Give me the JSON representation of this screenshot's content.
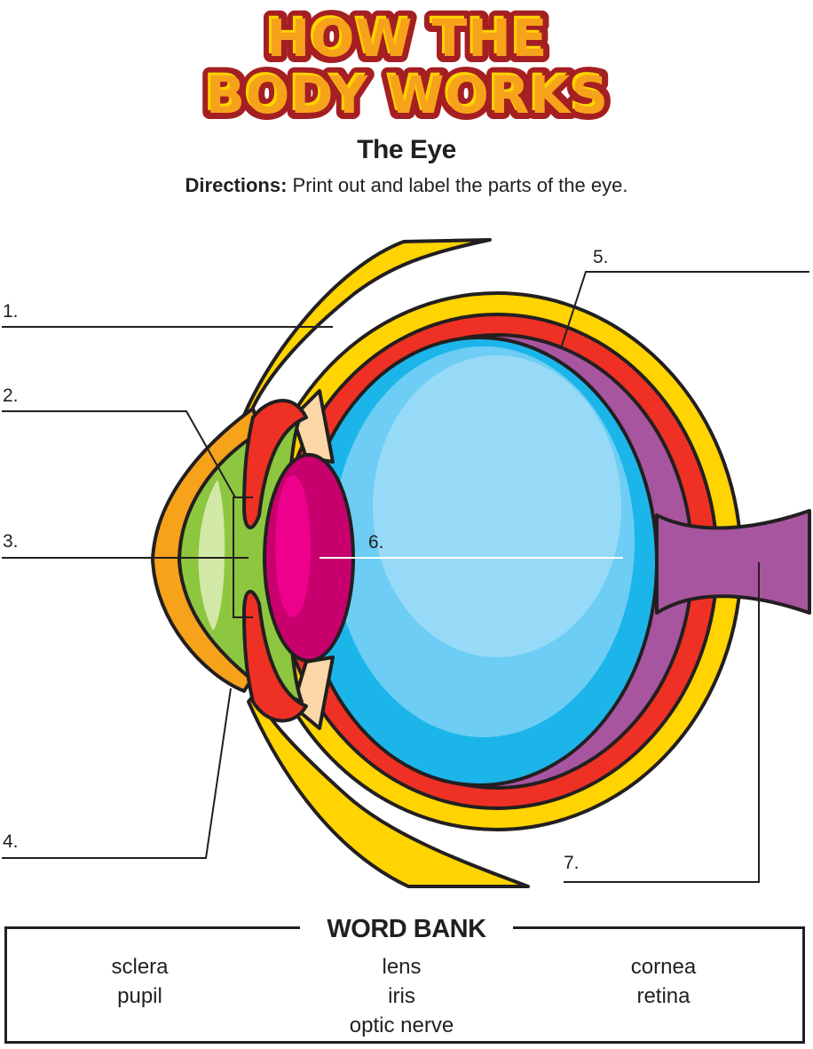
{
  "header": {
    "logo_line1": "HOW THE",
    "logo_line2": "BODY WORKS",
    "title": "The Eye",
    "directions_label": "Directions:",
    "directions_text": " Print out and label the parts of the eye."
  },
  "colors": {
    "logo_fill": "#f7a21b",
    "logo_highlight": "#ffd400",
    "logo_outline": "#a51f22",
    "sclera": "#ffd400",
    "choroid": "#ee3124",
    "retina": "#a855a0",
    "vitreous": "#1bb5ea",
    "vitreous_light": "#6dcdf4",
    "lens": "#c8006e",
    "iris_green": "#8dc63f",
    "cornea": "#f7a21b",
    "ligament": "#fbd7a8",
    "text": "#231f20"
  },
  "diagram": {
    "labels": [
      {
        "number": "1.",
        "answer_blank": true
      },
      {
        "number": "2.",
        "answer_blank": true
      },
      {
        "number": "3.",
        "answer_blank": true
      },
      {
        "number": "4.",
        "answer_blank": true
      },
      {
        "number": "5.",
        "answer_blank": true
      },
      {
        "number": "6.",
        "answer_blank": true
      },
      {
        "number": "7.",
        "answer_blank": true
      }
    ]
  },
  "word_bank": {
    "title": "WORD BANK",
    "columns": [
      [
        "sclera",
        "pupil"
      ],
      [
        "lens",
        "iris",
        "optic nerve"
      ],
      [
        "cornea",
        "retina"
      ]
    ]
  }
}
